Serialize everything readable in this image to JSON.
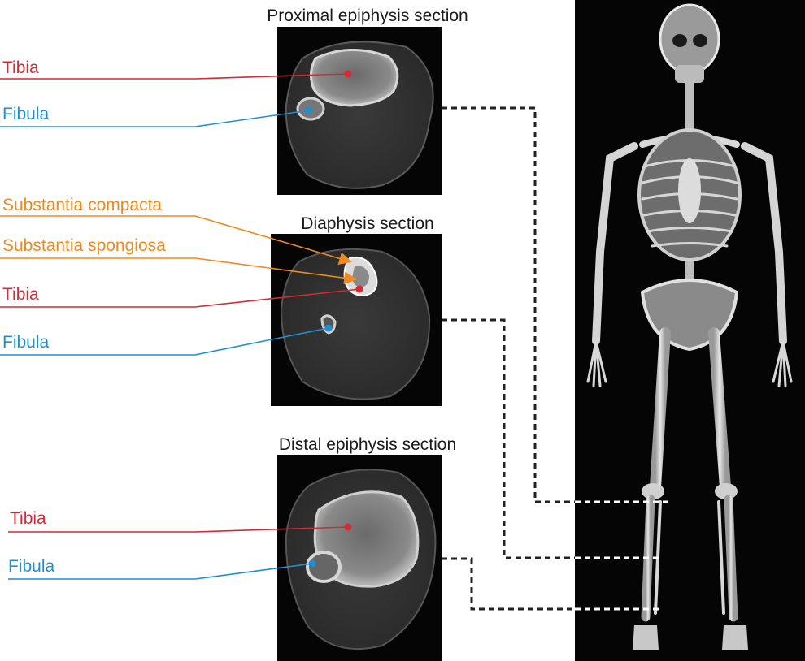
{
  "colors": {
    "tibia": "#d42a33",
    "fibula": "#1e8fd0",
    "substantia": "#ef8a21",
    "connector": "#222222",
    "panel_bg": "#050505"
  },
  "sections": {
    "proximal": {
      "title": "Proximal epiphysis section",
      "labels": {
        "tibia": "Tibia",
        "fibula": "Fibula"
      }
    },
    "diaphysis": {
      "title": "Diaphysis section",
      "labels": {
        "compacta": "Substantia compacta",
        "spongiosa": "Substantia spongiosa",
        "tibia": "Tibia",
        "fibula": "Fibula"
      }
    },
    "distal": {
      "title": "Distal epiphysis section",
      "labels": {
        "tibia": "Tibia",
        "fibula": "Fibula"
      }
    }
  }
}
